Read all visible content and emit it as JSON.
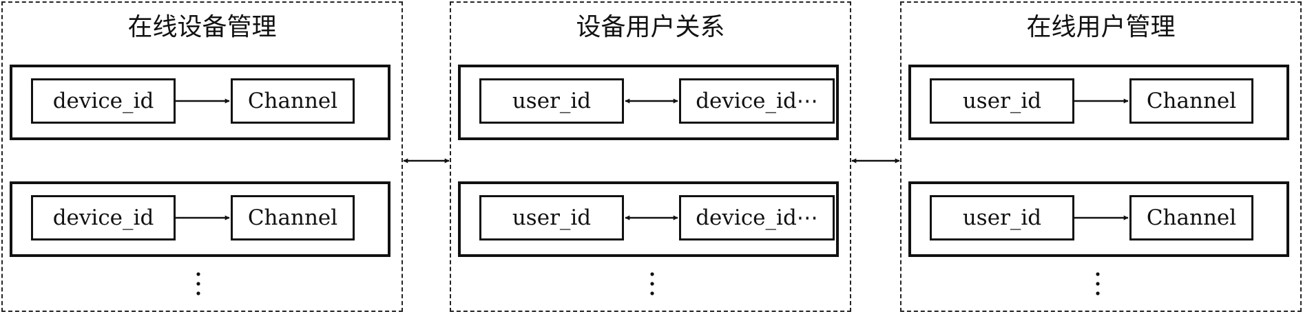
{
  "panels": [
    {
      "title": "在线设备管理",
      "entries": [
        {
          "left": "device_id",
          "right": "Channel",
          "arrow": "one-way"
        },
        {
          "left": "device_id",
          "right": "Channel",
          "arrow": "one-way"
        }
      ],
      "more": "⋮"
    },
    {
      "title": "设备用户关系",
      "entries": [
        {
          "left": "user_id",
          "right": "device_id⋯",
          "arrow": "two-way"
        },
        {
          "left": "user_id",
          "right": "device_id⋯",
          "arrow": "two-way"
        }
      ],
      "more": "⋮"
    },
    {
      "title": "在线用户管理",
      "entries": [
        {
          "left": "user_id",
          "right": "Channel",
          "arrow": "one-way"
        },
        {
          "left": "user_id",
          "right": "Channel",
          "arrow": "one-way"
        }
      ],
      "more": "⋮"
    }
  ],
  "connectors": [
    "two-way",
    "two-way"
  ]
}
